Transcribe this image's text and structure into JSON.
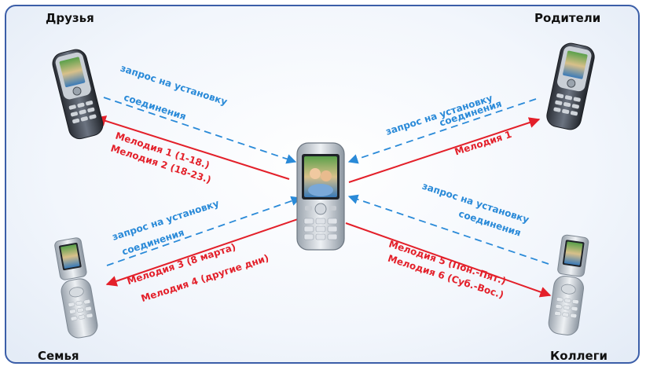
{
  "colors": {
    "request": "#2a8ad8",
    "melody": "#e3202a",
    "frame": "#3b5ea8"
  },
  "groups": {
    "friends": {
      "name": "Друзья",
      "request": [
        "запрос на установку",
        "соединения"
      ],
      "melodies": [
        "Мелодия 1 (1-18.)",
        "Мелодия 2 (18-23.)"
      ]
    },
    "parents": {
      "name": "Родители",
      "request": [
        "запрос на установку",
        "соединения"
      ],
      "melodies": [
        "Мелодия 1"
      ]
    },
    "family": {
      "name": "Семья",
      "request": [
        "запрос на установку",
        "соединения"
      ],
      "melodies": [
        "Мелодия 3 (8 марта)",
        "Мелодия 4 (другие дни)"
      ]
    },
    "colleagues": {
      "name": "Коллеги",
      "request": [
        "запрос на установку",
        "соединения"
      ],
      "melodies": [
        "Мелодия 5 (Пон.-Пят.)",
        "Мелодия 6 (Суб.-Вос.)"
      ]
    }
  },
  "icons": {
    "center": "center-phone-icon",
    "friends": "slider-phone-icon",
    "parents": "slider-phone-icon",
    "family": "flip-phone-icon",
    "colleagues": "flip-phone-icon"
  }
}
